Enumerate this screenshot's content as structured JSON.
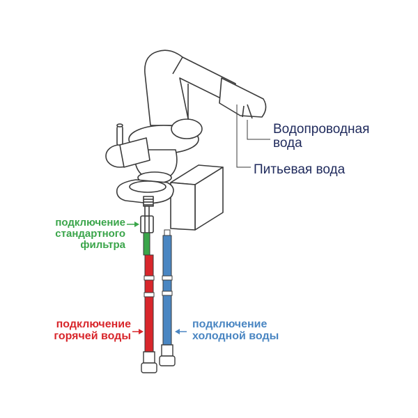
{
  "labels": {
    "tap_water_line1": "Водопроводная",
    "tap_water_line2": "вода",
    "drinking_water": "Питьевая вода",
    "filter_line1": "подключение",
    "filter_line2": "стандартного",
    "filter_line3": "фильтра",
    "hot_line1": "подключение",
    "hot_line2": "горячей воды",
    "cold_line1": "подключение",
    "cold_line2": "холодной воды"
  },
  "colors": {
    "outline": "#3a3a3a",
    "navy_text": "#1f2a5c",
    "filter_green": "#3aa54a",
    "hot_red": "#d8262b",
    "cold_blue": "#4a86c2"
  }
}
